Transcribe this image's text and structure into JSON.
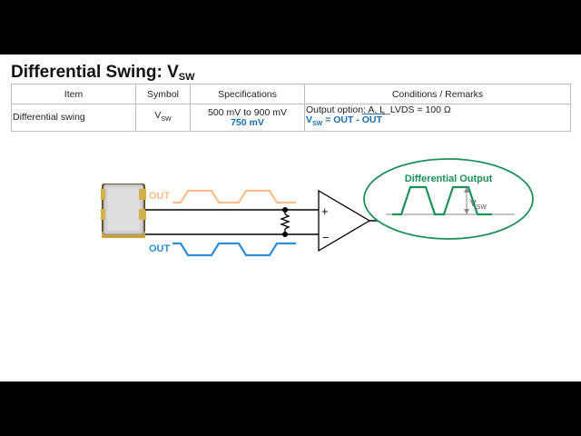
{
  "slide": {
    "title_main": "Differential Swing: V",
    "title_sub": "SW"
  },
  "table": {
    "headers": [
      "Item",
      "Symbol",
      "Specifications",
      "Conditions / Remarks"
    ],
    "row": {
      "item": "Differential swing",
      "symbol_main": "V",
      "symbol_sub": "SW",
      "spec_range": "500 mV to 900 mV",
      "spec_typ": "750 mV",
      "cond_prefix": "Output option: ",
      "cond_option": "A, L",
      "cond_suffix": "_LVDS = 100 Ω",
      "formula_v": "V",
      "formula_sub": "SW",
      "formula_eq": " = OUT - ",
      "formula_outbar": "OUT"
    }
  },
  "diagram": {
    "out_label": "OUT",
    "outbar_label": "OUT",
    "plus_sign": "+",
    "minus_sign": "−",
    "diff_output_title": "Differential Output",
    "vsw_main": "V",
    "vsw_sub": "SW",
    "colors": {
      "out_orange": "#f5c08a",
      "outbar_blue": "#2b8fd1",
      "green": "#1f8f5a",
      "wire": "#000000"
    }
  }
}
